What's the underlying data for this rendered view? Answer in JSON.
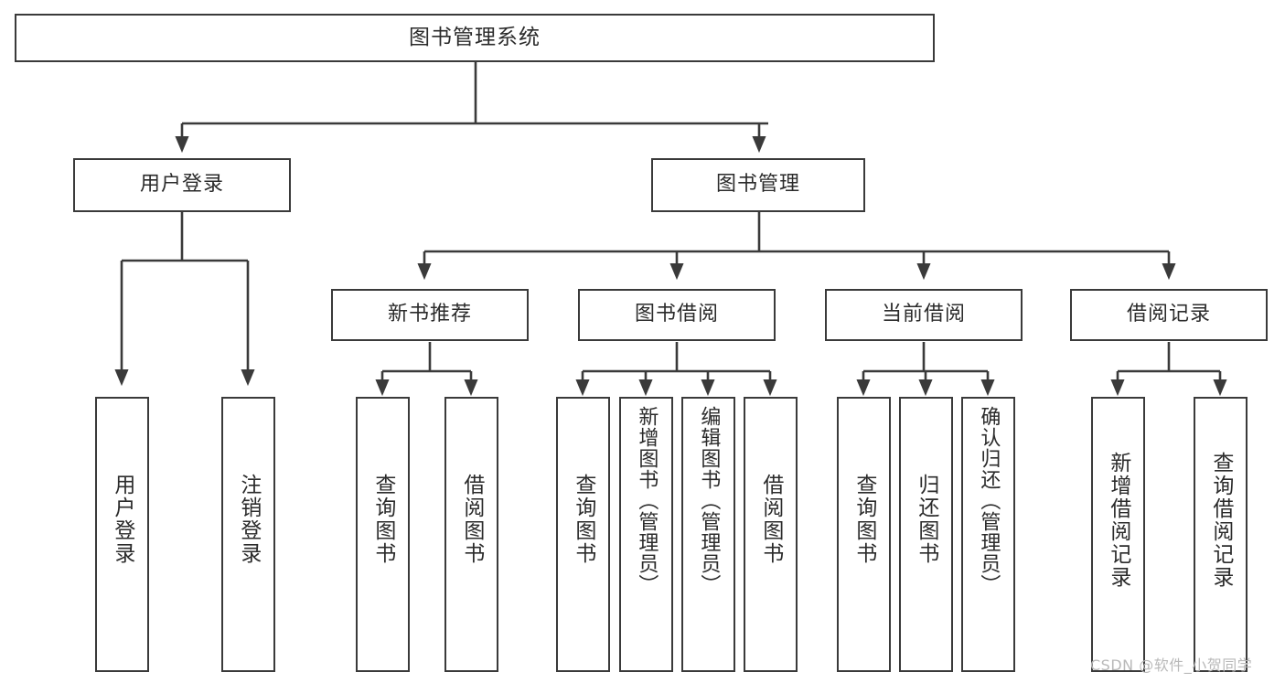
{
  "diagram": {
    "title": "图书管理系统",
    "type": "tree-hierarchy",
    "root": {
      "id": "root",
      "label": "图书管理系统"
    },
    "level1": [
      {
        "id": "user-login",
        "label": "用户登录"
      },
      {
        "id": "book-manage",
        "label": "图书管理"
      }
    ],
    "level2": [
      {
        "id": "new-book-rec",
        "label": "新书推荐",
        "parent": "book-manage"
      },
      {
        "id": "book-borrow",
        "label": "图书借阅",
        "parent": "book-manage"
      },
      {
        "id": "current-borrow",
        "label": "当前借阅",
        "parent": "book-manage"
      },
      {
        "id": "borrow-record",
        "label": "借阅记录",
        "parent": "book-manage"
      }
    ],
    "leaves": {
      "user_login": [
        {
          "id": "leaf-user-login",
          "label": "用户登录"
        },
        {
          "id": "leaf-user-logout",
          "label": "注销登录"
        }
      ],
      "new_book_rec": [
        {
          "id": "leaf-query-book-1",
          "label": "查询图书"
        },
        {
          "id": "leaf-borrow-book-1",
          "label": "借阅图书"
        }
      ],
      "book_borrow": [
        {
          "id": "leaf-query-book-2",
          "label": "查询图书"
        },
        {
          "id": "leaf-add-book",
          "label": "新增图书（管理员）"
        },
        {
          "id": "leaf-edit-book",
          "label": "编辑图书（管理员）"
        },
        {
          "id": "leaf-borrow-book-2",
          "label": "借阅图书"
        }
      ],
      "current_borrow": [
        {
          "id": "leaf-query-book-3",
          "label": "查询图书"
        },
        {
          "id": "leaf-return-book",
          "label": "归还图书"
        },
        {
          "id": "leaf-confirm-return",
          "label": "确认归还（管理员）"
        }
      ],
      "borrow_record": [
        {
          "id": "leaf-add-record",
          "label": "新增借阅记录"
        },
        {
          "id": "leaf-query-record",
          "label": "查询借阅记录"
        }
      ]
    },
    "colors": {
      "stroke": "#3a3a3a",
      "text": "#2b2b2b",
      "background": "#ffffff",
      "watermark": "#b9b9b9"
    }
  },
  "watermark": {
    "text": "CSDN @软件_小贺同学"
  }
}
